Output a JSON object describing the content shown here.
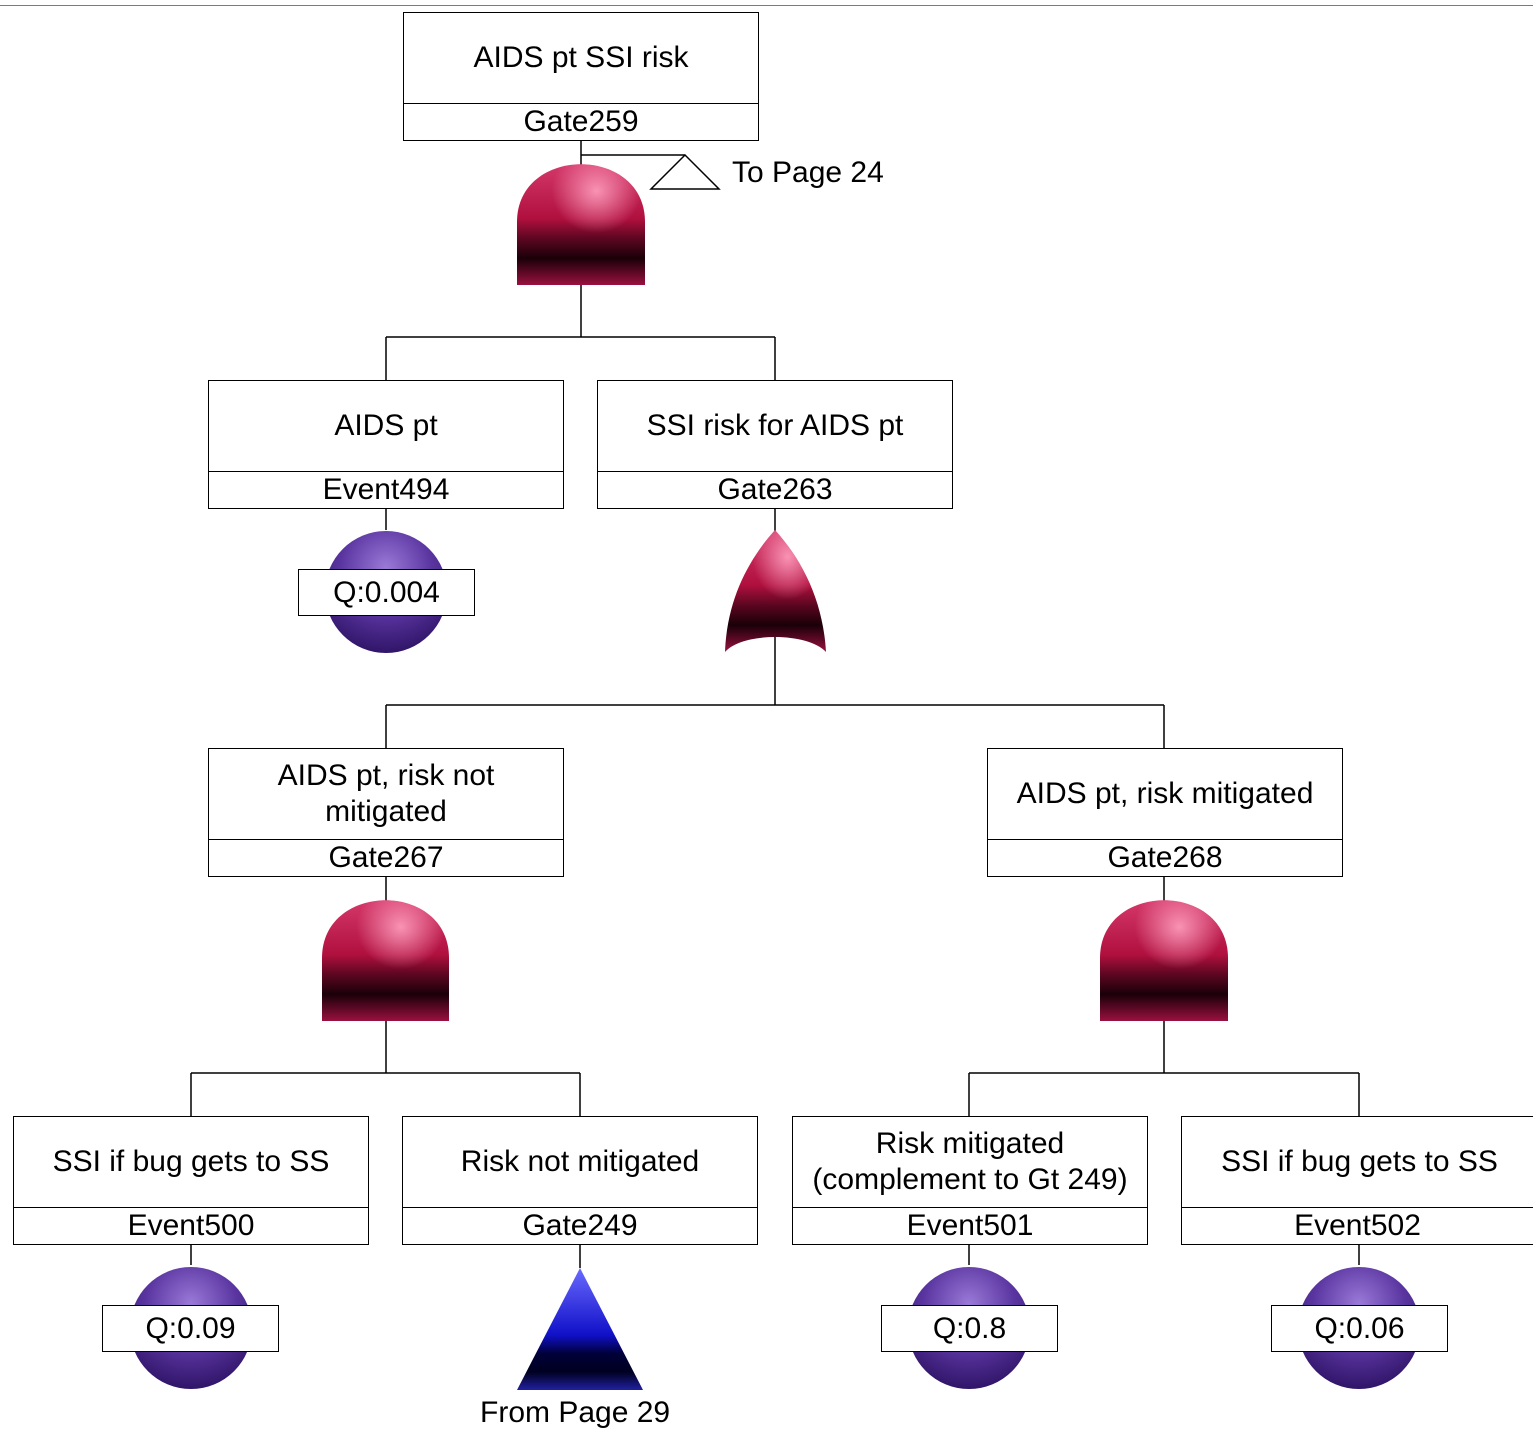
{
  "page_references": {
    "to_page": "To Page 24",
    "from_page": "From Page 29"
  },
  "nodes": {
    "gate259": {
      "title": "AIDS pt SSI risk",
      "id": "Gate259",
      "gate_type": "AND"
    },
    "event494": {
      "title": "AIDS pt",
      "id": "Event494",
      "q": "Q:0.004"
    },
    "gate263": {
      "title": "SSI risk for AIDS pt",
      "id": "Gate263",
      "gate_type": "OR"
    },
    "gate267": {
      "title": "AIDS pt, risk not mitigated",
      "id": "Gate267",
      "gate_type": "AND"
    },
    "gate268": {
      "title": "AIDS pt, risk mitigated",
      "id": "Gate268",
      "gate_type": "AND"
    },
    "event500": {
      "title": "SSI if bug gets to SS",
      "id": "Event500",
      "q": "Q:0.09"
    },
    "gate249": {
      "title": "Risk not mitigated",
      "id": "Gate249",
      "gate_type": "transfer-in"
    },
    "event501": {
      "title": "Risk mitigated (complement to Gt 249)",
      "id": "Event501",
      "q": "Q:0.8"
    },
    "event502": {
      "title": "SSI if bug gets to SS",
      "id": "Event502",
      "q": "Q:0.06"
    }
  },
  "colors": {
    "and_gate": "#b0103e",
    "or_gate": "#b0103e",
    "basic_event": "#5a35a0",
    "transfer_in": "#1010c8",
    "line": "#000000"
  }
}
